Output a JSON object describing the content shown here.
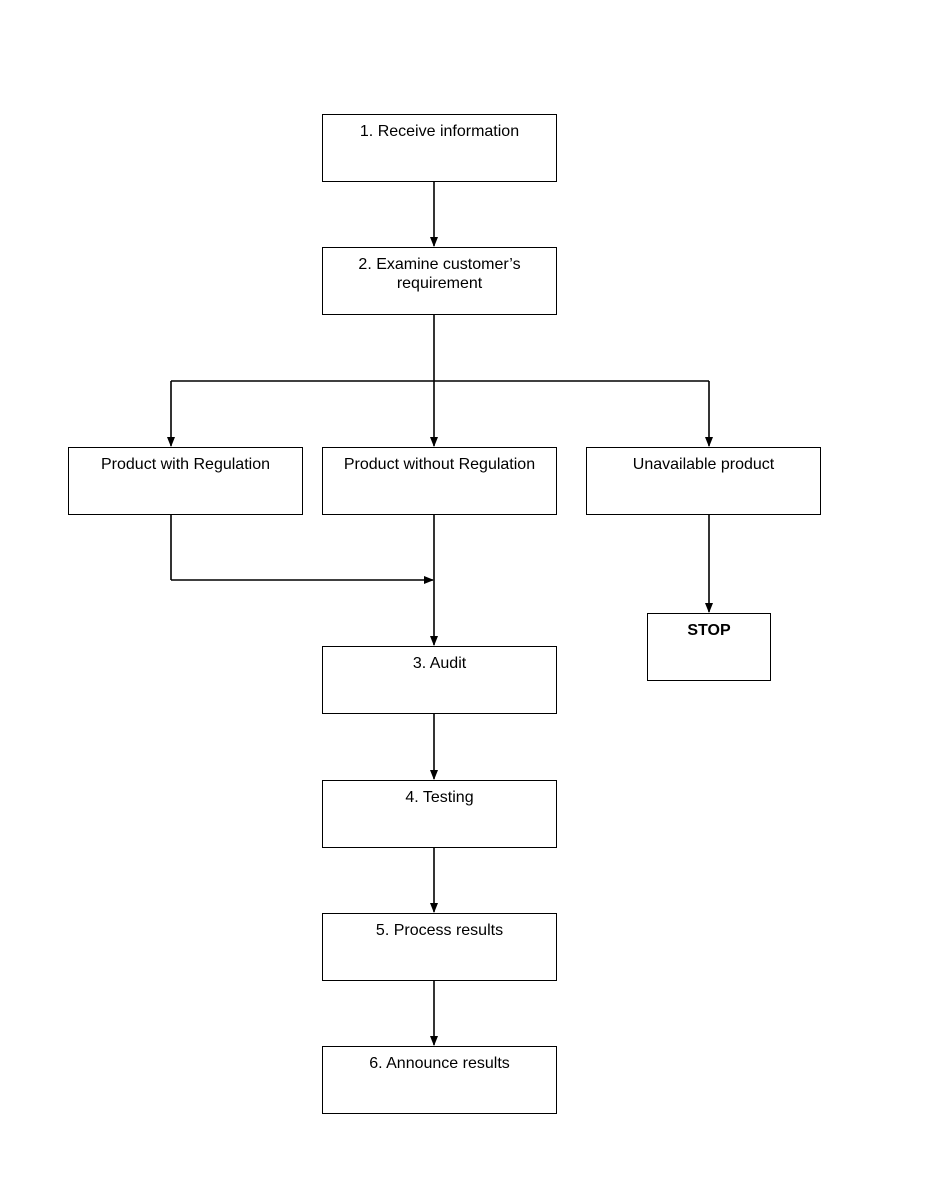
{
  "diagram": {
    "nodes": {
      "receive": "1. Receive information",
      "examine_line1": "2. Examine customer’s",
      "examine_line2": "requirement",
      "with_regulation": "Product with Regulation",
      "without_regulation": "Product without Regulation",
      "unavailable": "Unavailable product",
      "stop": "STOP",
      "audit": "3. Audit",
      "testing": "4. Testing",
      "process": "5. Process results",
      "announce": "6. Announce results"
    },
    "edges": [
      {
        "from": "receive",
        "to": "examine"
      },
      {
        "from": "examine",
        "to": "with_regulation"
      },
      {
        "from": "examine",
        "to": "without_regulation"
      },
      {
        "from": "examine",
        "to": "unavailable"
      },
      {
        "from": "with_regulation",
        "to": "audit"
      },
      {
        "from": "without_regulation",
        "to": "audit"
      },
      {
        "from": "unavailable",
        "to": "stop"
      },
      {
        "from": "audit",
        "to": "testing"
      },
      {
        "from": "testing",
        "to": "process"
      },
      {
        "from": "process",
        "to": "announce"
      }
    ],
    "colors": {
      "line": "#000000",
      "box_border": "#000000",
      "box_fill": "#ffffff",
      "text": "#000000"
    }
  }
}
